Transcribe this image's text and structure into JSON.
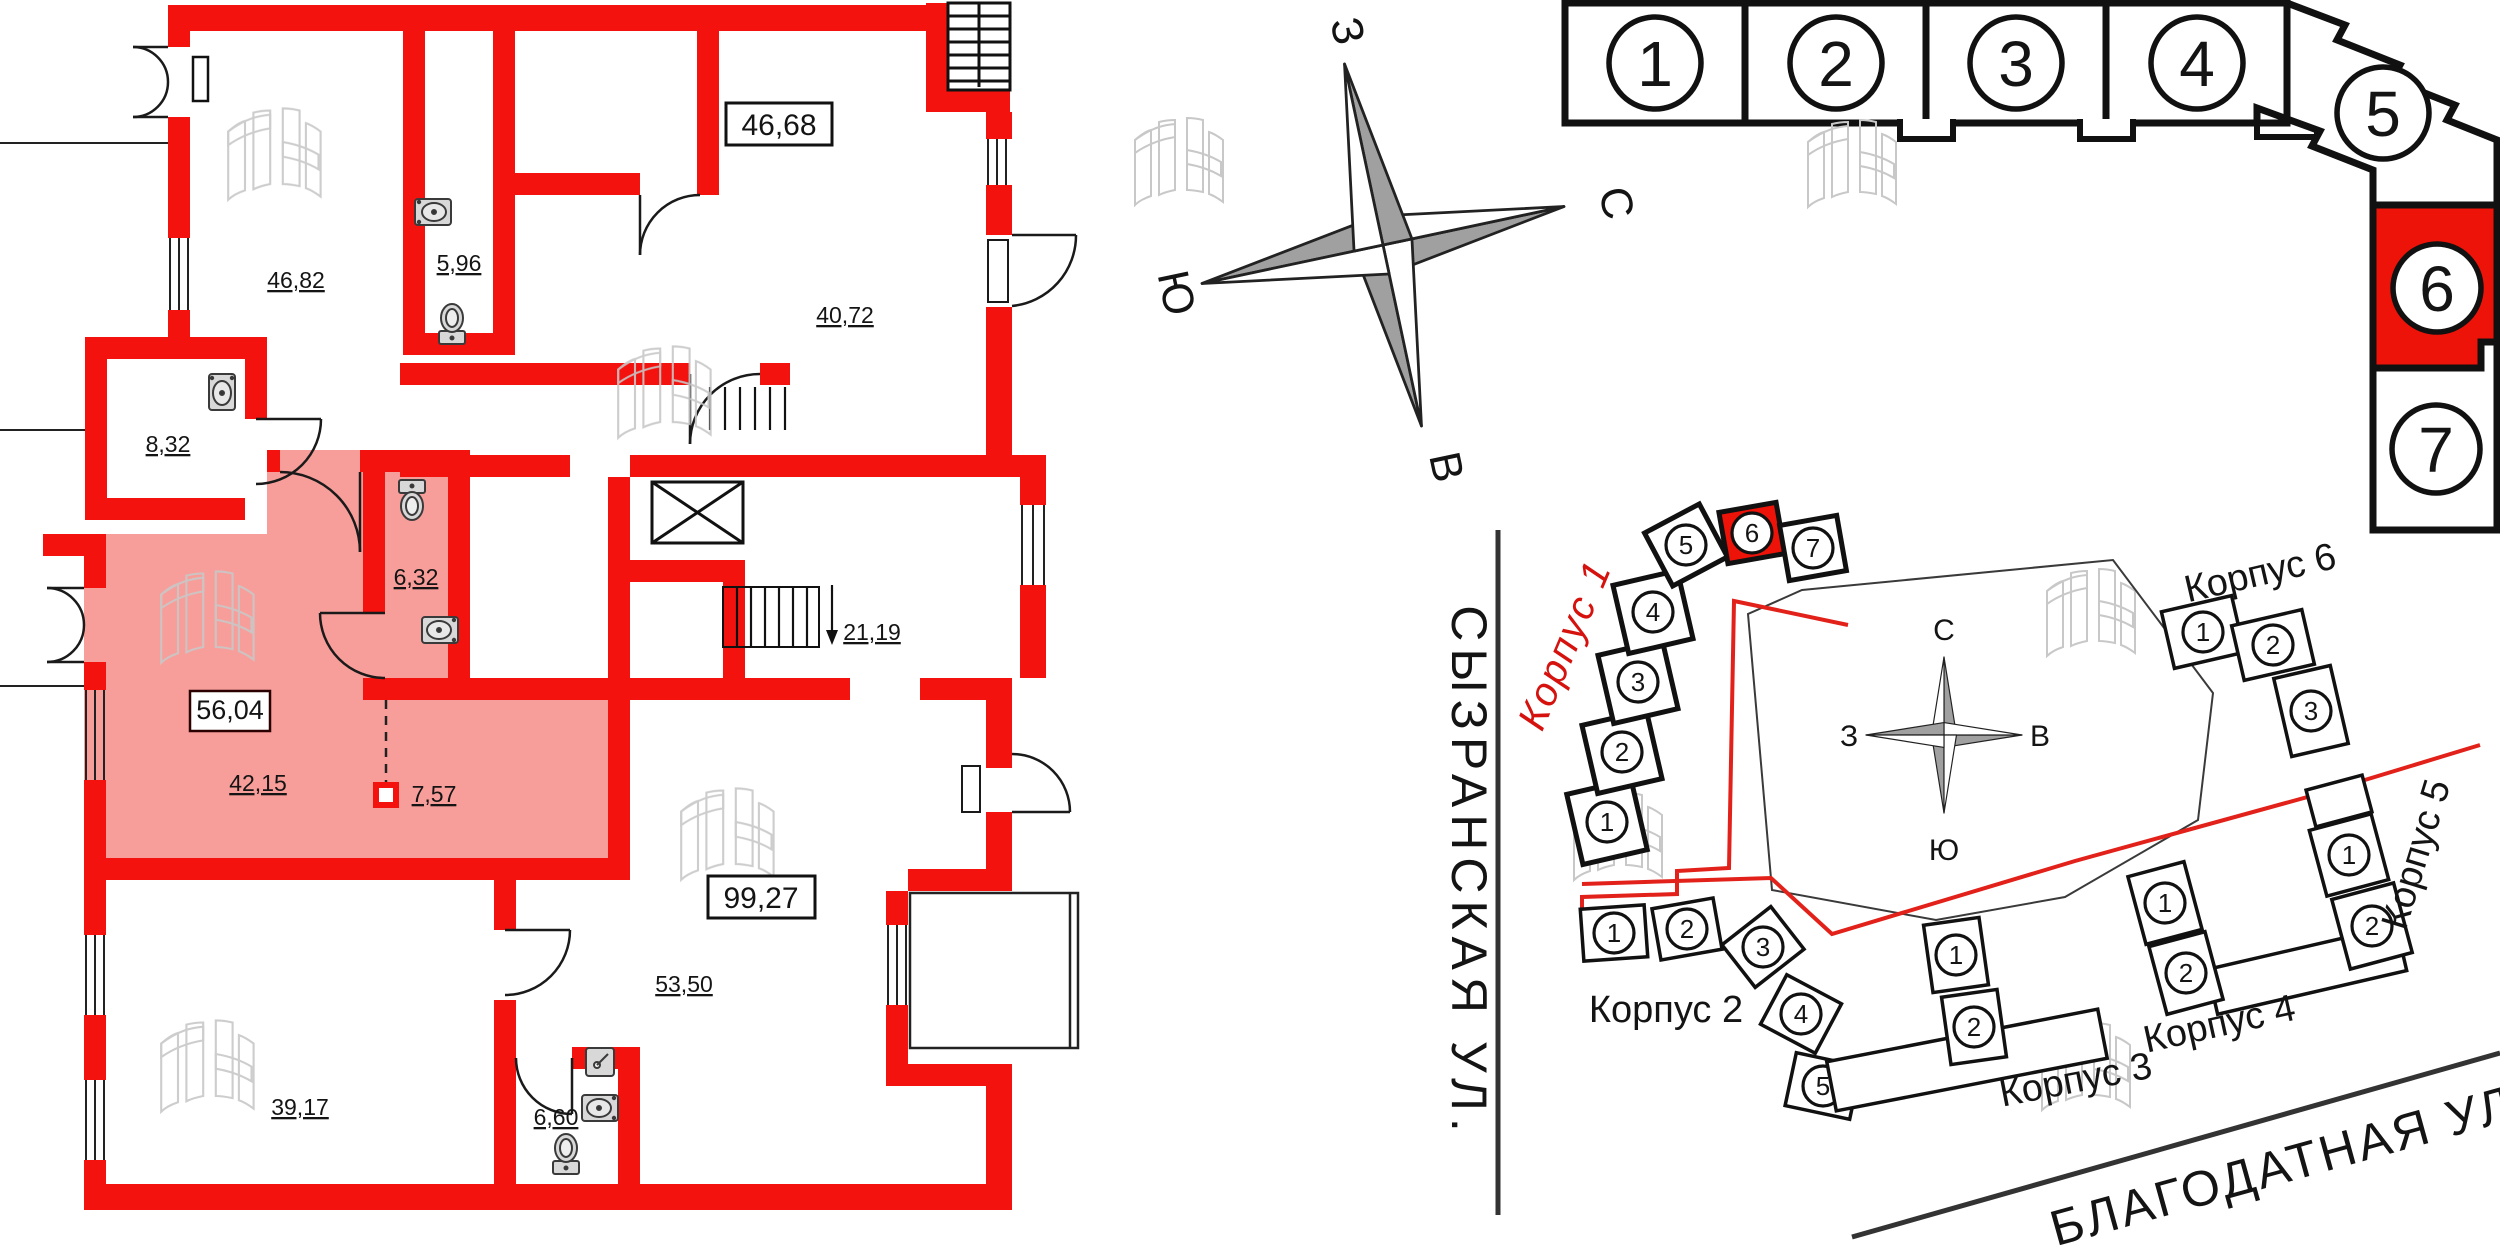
{
  "colors": {
    "wall_red": "#f3120e",
    "highlight_pink": "#f89e9a",
    "scheme_red": "#ee1309",
    "boundary_red": "#e2221a",
    "korpus1_red": "#d5120e",
    "watermark_gray": "#c8c8c8",
    "compass_gray": "#a0a0a0"
  },
  "floorplan": {
    "boxed_units": {
      "a4668": "46,68",
      "a5604": "56,04",
      "a9927": "99,27"
    },
    "areas": {
      "a4682": "46,82",
      "a596": "5,96",
      "a4072": "40,72",
      "a832": "8,32",
      "a632": "6,32",
      "a4215": "42,15",
      "a757": "7,57",
      "a2119": "21,19",
      "a5350": "53,50",
      "a3917": "39,17",
      "a660": "6,60"
    }
  },
  "main_compass": {
    "n": "С",
    "e": "В",
    "s": "Ю",
    "w": "З"
  },
  "scheme": {
    "s1": "1",
    "s2": "2",
    "s3": "3",
    "s4": "4",
    "s5": "5",
    "s6": "6",
    "s7": "7",
    "highlighted": "6"
  },
  "site": {
    "street_left": "СЫЗРАНСКАЯ УЛ.",
    "street_bottom": "БЛАГОДАТНАЯ УЛ.",
    "compass": {
      "n": "С",
      "w": "З",
      "e": "В",
      "s": "Ю"
    },
    "k1": {
      "name": "Корпус 1",
      "s1": "1",
      "s2": "2",
      "s3": "3",
      "s4": "4",
      "s5": "5",
      "s6": "6",
      "s7": "7",
      "highlighted_section": "6"
    },
    "k2": {
      "name": "Корпус 2",
      "s1": "1",
      "s2": "2",
      "s3": "3",
      "s4": "4",
      "s5": "5"
    },
    "k3": {
      "name": "Корпус 3",
      "s1": "1",
      "s2": "2"
    },
    "k4": {
      "name": "Корпус 4",
      "s1": "1",
      "s2": "2"
    },
    "k5": {
      "name": "Корпус 5",
      "s1": "1",
      "s2": "2"
    },
    "k6": {
      "name": "Корпус 6",
      "s1": "1",
      "s2": "2",
      "s3": "3"
    }
  }
}
